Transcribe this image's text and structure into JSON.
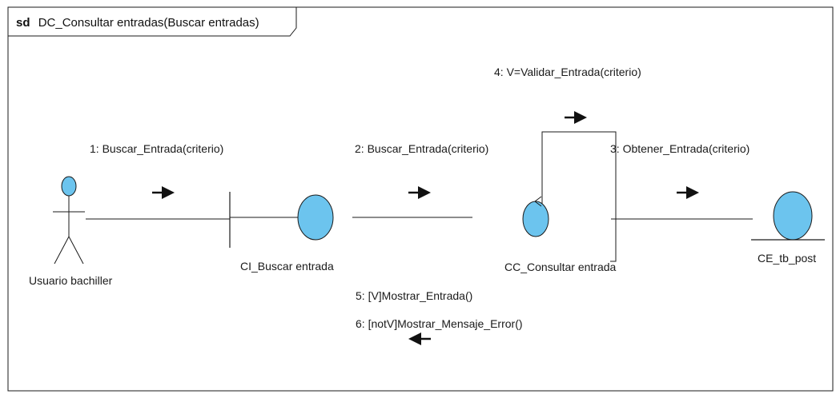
{
  "frame": {
    "keyword": "sd",
    "title": "DC_Consultar entradas(Buscar entradas)"
  },
  "colors": {
    "object_fill": "#6cc4ee",
    "stroke": "#1a1a1a"
  },
  "objects": {
    "actor": {
      "name": "Usuario bachiller",
      "shape": "actor-stick-figure"
    },
    "boundary": {
      "name": "CI_Buscar entrada",
      "shape": "boundary-icon"
    },
    "control": {
      "name": "CC_Consultar entrada",
      "shape": "control-icon"
    },
    "entity": {
      "name": "CE_tb_post",
      "shape": "entity-icon"
    }
  },
  "messages": [
    {
      "label": "1: Buscar_Entrada(criterio)",
      "direction": "right"
    },
    {
      "label": "2: Buscar_Entrada(criterio)",
      "direction": "right"
    },
    {
      "label": "3: Obtener_Entrada(criterio)",
      "direction": "right"
    },
    {
      "label": "4: V=Validar_Entrada(criterio)",
      "direction": "right"
    },
    {
      "label": "5: [V]Mostrar_Entrada()",
      "direction": "left"
    },
    {
      "label": "6: [notV]Mostrar_Mensaje_Error()",
      "direction": "left"
    }
  ]
}
